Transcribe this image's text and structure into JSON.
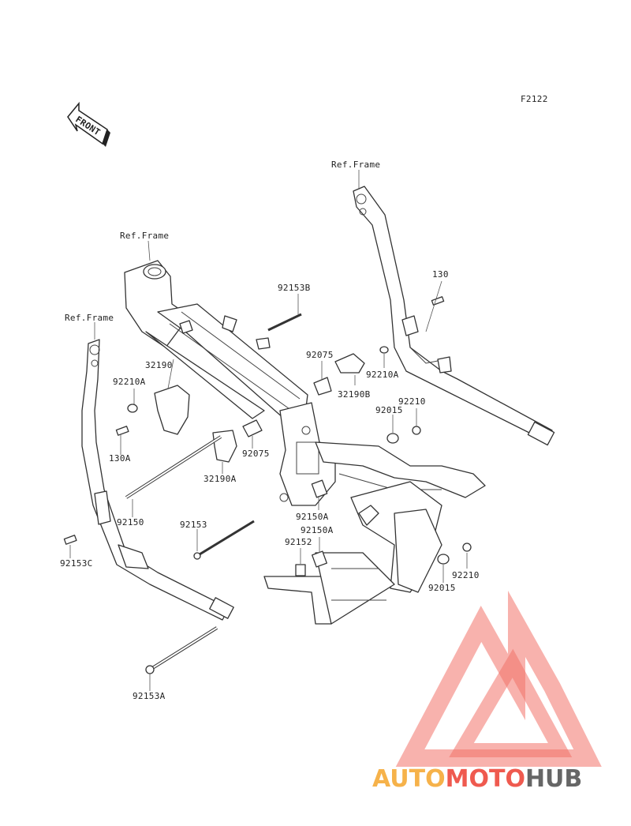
{
  "diagram_code": "F2122",
  "front_label": "FRONT",
  "labels": {
    "ref_frame_top": "Ref.Frame",
    "ref_frame_mid": "Ref.Frame",
    "ref_frame_left": "Ref.Frame",
    "p130": "130",
    "p130A": "130A",
    "p92153B": "92153B",
    "p92075_upper": "92075",
    "p92075_lower": "92075",
    "p32190": "32190",
    "p32190A": "32190A",
    "p32190B": "32190B",
    "p92210A_left": "92210A",
    "p92210A_right": "92210A",
    "p92210_upper": "92210",
    "p92210_lower": "92210",
    "p92015_upper": "92015",
    "p92015_lower": "92015",
    "p92150": "92150",
    "p92150A_upper": "92150A",
    "p92150A_lower": "92150A",
    "p92153": "92153",
    "p92152": "92152",
    "p92153C": "92153C",
    "p92153A": "92153A"
  },
  "watermark": {
    "part1": "AUTO",
    "part2": "MOTO",
    "part3": "HUB",
    "colors": {
      "orange": "#f6b24a",
      "red": "#ef5a4f",
      "gray": "#666666"
    }
  }
}
